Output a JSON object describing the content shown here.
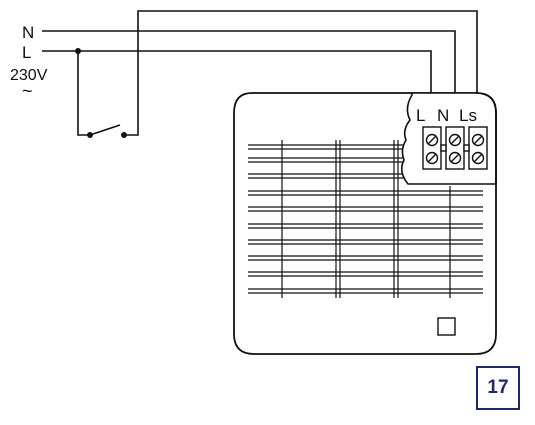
{
  "supply": {
    "n_label": "N",
    "l_label": "L",
    "voltage_label": "230V",
    "ac_symbol": "~"
  },
  "terminals": {
    "l_label": "L",
    "n_label": "N",
    "ls_label": "Ls"
  },
  "page_badge": "17",
  "colors": {
    "line": "#111111",
    "badge_border": "#1f2a6b",
    "badge_text": "#1f2a6b"
  }
}
